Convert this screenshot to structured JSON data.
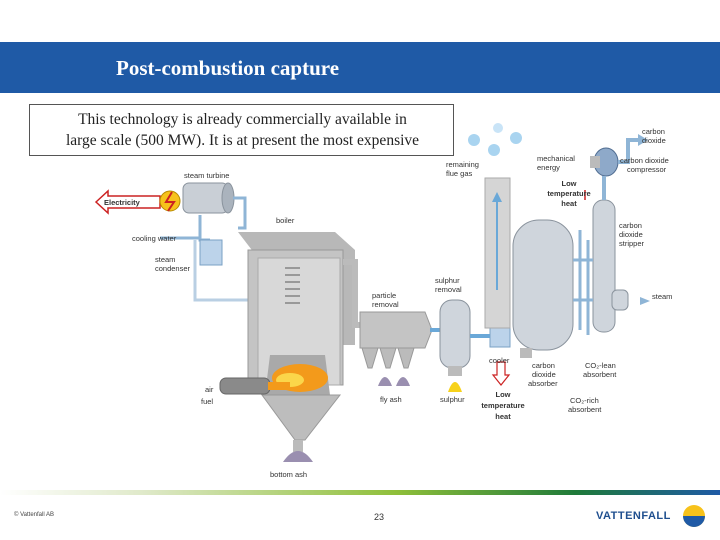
{
  "header": {
    "title": "Post-combustion capture"
  },
  "info": {
    "line1": "This technology is already commercially available in",
    "line2": "large scale (500 MW). It is at present the most expensive"
  },
  "diagram": {
    "electricity": "Electricity",
    "steam_turbine": "steam turbine",
    "boiler": "boiler",
    "cooling_water": "cooling water",
    "steam_condenser_1": "steam",
    "steam_condenser_2": "condenser",
    "particle_removal_1": "particle",
    "particle_removal_2": "removal",
    "sulphur_removal_1": "sulphur",
    "sulphur_removal_2": "removal",
    "remaining_flue_gas_1": "remaining",
    "remaining_flue_gas_2": "flue gas",
    "mechanical_energy_1": "mechanical",
    "mechanical_energy_2": "energy",
    "low_temp_heat_top_1": "Low",
    "low_temp_heat_top_2": "temperature",
    "low_temp_heat_top_3": "heat",
    "carbon_dioxide_1": "carbon",
    "carbon_dioxide_2": "dioxide",
    "co2_compressor_1": "carbon dioxide",
    "co2_compressor_2": "compressor",
    "co2_stripper_1": "carbon",
    "co2_stripper_2": "dioxide",
    "co2_stripper_3": "stripper",
    "steam_right": "steam",
    "cooler": "cooler",
    "co2_absorber_1": "carbon",
    "co2_absorber_2": "dioxide",
    "co2_absorber_3": "absorber",
    "co2_lean_1": "CO₂-lean",
    "co2_lean_2": "absorbent",
    "co2_rich_1": "CO₂-rich",
    "co2_rich_2": "absorbent",
    "low_temp_heat_bottom_1": "Low",
    "low_temp_heat_bottom_2": "temperature",
    "low_temp_heat_bottom_3": "heat",
    "air": "air",
    "fuel": "fuel",
    "fly_ash": "fly ash",
    "sulphur": "sulphur",
    "bottom_ash": "bottom ash"
  },
  "footer": {
    "copyright": "© Vattenfall AB",
    "page": "23",
    "logo": "VATTENFALL"
  },
  "colors": {
    "header_bg": "#1f5aa6",
    "accent_arrow": "#d22",
    "flue_blue": "#6aa8d8"
  }
}
